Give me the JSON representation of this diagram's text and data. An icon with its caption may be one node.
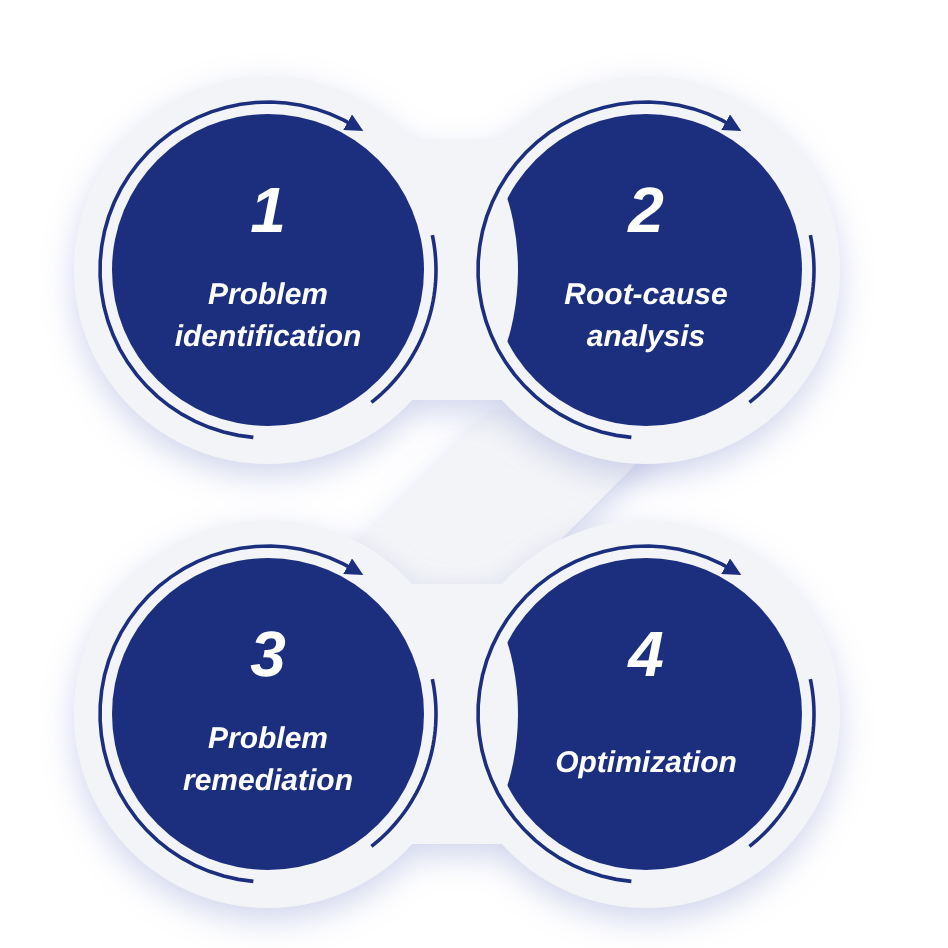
{
  "diagram": {
    "nodes": [
      {
        "text": [
          "1",
          "Problem identification"
        ]
      },
      {
        "text": [
          "2",
          "Root-cause analysis"
        ]
      },
      {
        "text": [
          "3",
          "Problem remediation"
        ]
      },
      {
        "text": [
          "4",
          "Optimization"
        ]
      }
    ]
  }
}
